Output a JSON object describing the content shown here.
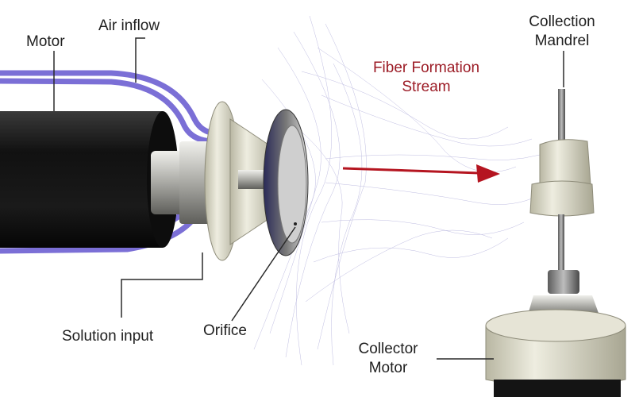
{
  "labels": {
    "motor": "Motor",
    "air_inflow": "Air inflow",
    "fiber_stream_line1": "Fiber Formation",
    "fiber_stream_line2": "Stream",
    "collection_mandrel_line1": "Collection",
    "collection_mandrel_line2": "Mandrel",
    "solution_input": "Solution input",
    "orifice": "Orifice",
    "collector_motor_line1": "Collector",
    "collector_motor_line2": "Motor"
  },
  "colors": {
    "label_text": "#1f1f1f",
    "stream_label": "#9c1c26",
    "arrow": "#b51520",
    "tubing": "#7b6fd6",
    "fibers": "#8a86c8",
    "motor_body": "#1c1c1c",
    "cream_parts": "#e3e1cf"
  }
}
